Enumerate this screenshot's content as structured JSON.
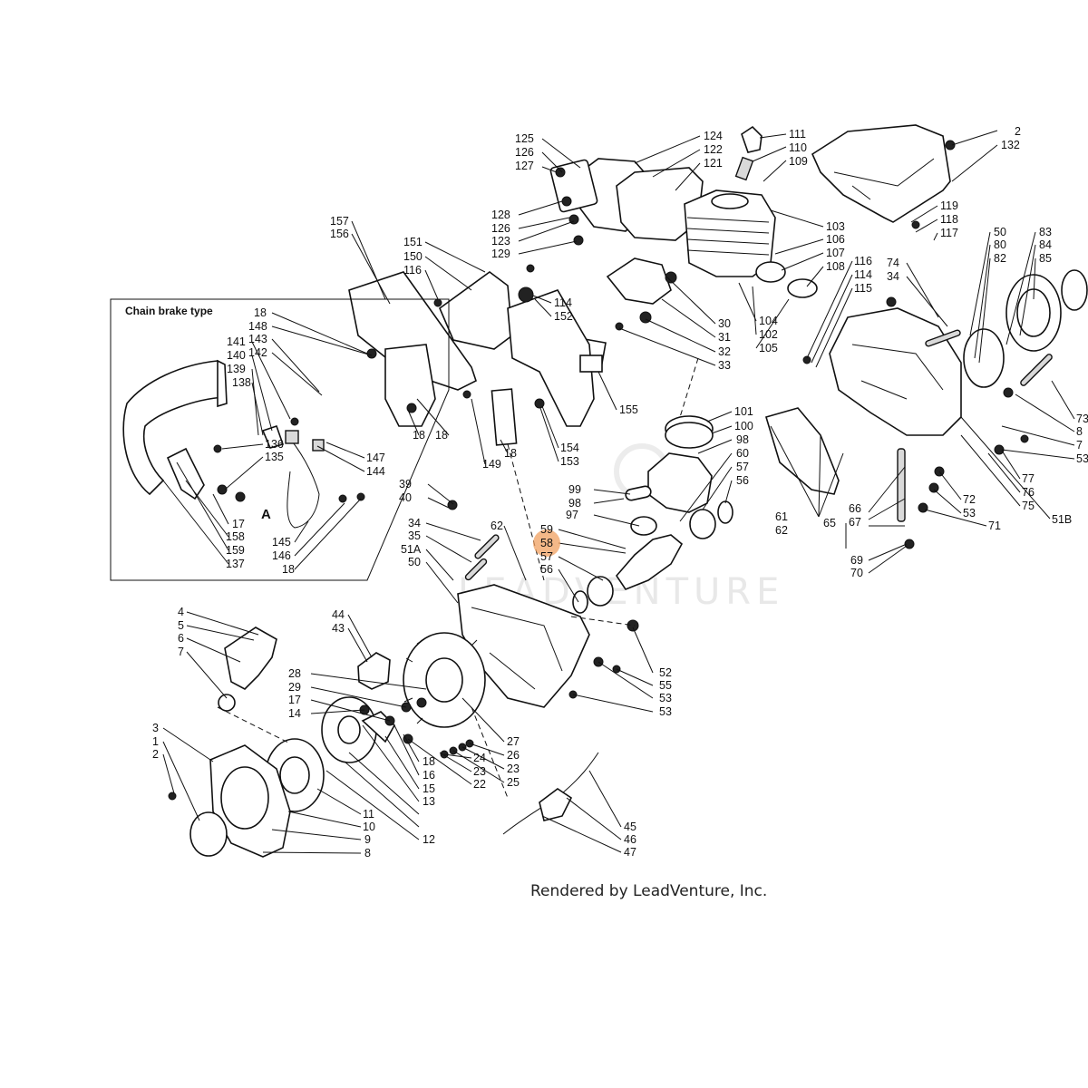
{
  "inset": {
    "title": "Chain brake type",
    "marker": "A"
  },
  "highlight": {
    "color": "#f0a060",
    "label": "58"
  },
  "watermark": "LEADVENTURE",
  "credit": "Rendered by LeadVenture, Inc.",
  "callouts": {
    "c125": "125",
    "c126a": "126",
    "c127": "127",
    "c124": "124",
    "c122": "122",
    "c121": "121",
    "c111": "111",
    "c110": "110",
    "c109": "109",
    "c2a": "2",
    "c132": "132",
    "c128": "128",
    "c126b": "126",
    "c123": "123",
    "c129": "129",
    "c103": "103",
    "c106": "106",
    "c107": "107",
    "c108": "108",
    "c119": "119",
    "c118a": "118",
    "c117": "117",
    "c50a": "50",
    "c80": "80",
    "c82": "82",
    "c83": "83",
    "c84": "84",
    "c85": "85",
    "c157": "157",
    "c156": "156",
    "c151": "151",
    "c150": "150",
    "c116a": "116",
    "c114a": "114",
    "c152": "152",
    "c30": "30",
    "c31": "31",
    "c32": "32",
    "c33": "33",
    "c104": "104",
    "c102": "102",
    "c105": "105",
    "c116b": "116",
    "c114b": "114",
    "c115": "115",
    "c74": "74",
    "c34a": "34",
    "c73": "73",
    "c8a": "8",
    "c7a": "7",
    "c53a": "53",
    "c18a": "18",
    "c148": "148",
    "c143": "143",
    "c142": "142",
    "c141": "141",
    "c140": "140",
    "c139": "139",
    "c138": "138",
    "c136": "136",
    "c135": "135",
    "c17a": "17",
    "c158": "158",
    "c159": "159",
    "c137": "137",
    "c147": "147",
    "c144": "144",
    "c145": "145",
    "c146": "146",
    "c18b": "18",
    "c18c": "18",
    "c18d": "18",
    "c149": "149",
    "c154": "154",
    "c153": "153",
    "c155": "155",
    "c101": "101",
    "c100": "100",
    "c98a": "98",
    "c60": "60",
    "c57a": "57",
    "c56a": "56",
    "c99": "99",
    "c98b": "98",
    "c61": "61",
    "c62a": "62",
    "c65": "65",
    "c66": "66",
    "c67": "67",
    "c69": "69",
    "c70": "70",
    "c72": "72",
    "c53b": "53",
    "c71": "71",
    "c77": "77",
    "c76": "76",
    "c75": "75",
    "c51b": "51B",
    "c39": "39",
    "c40": "40",
    "c34b": "34",
    "c35": "35",
    "c51a": "51A",
    "c50b": "50",
    "c62b": "62",
    "c97": "97",
    "c59": "59",
    "c58": "58",
    "c57b": "57",
    "c56b": "56",
    "c44": "44",
    "c43": "43",
    "c4": "4",
    "c5": "5",
    "c6": "6",
    "c7b": "7",
    "c28": "28",
    "c29": "29",
    "c17b": "17",
    "c14": "14",
    "c52": "52",
    "c55": "55",
    "c53c": "53",
    "c53d": "53",
    "c27": "27",
    "c26": "26",
    "c23a": "23",
    "c25": "25",
    "c24": "24",
    "c23b": "23",
    "c22": "22",
    "c3": "3",
    "c1": "1",
    "c2b": "2",
    "c18e": "18",
    "c16": "16",
    "c15": "15",
    "c13": "13",
    "c12": "12",
    "c11": "11",
    "c10": "10",
    "c9": "9",
    "c8b": "8",
    "c45": "45",
    "c46": "46",
    "c47": "47"
  }
}
